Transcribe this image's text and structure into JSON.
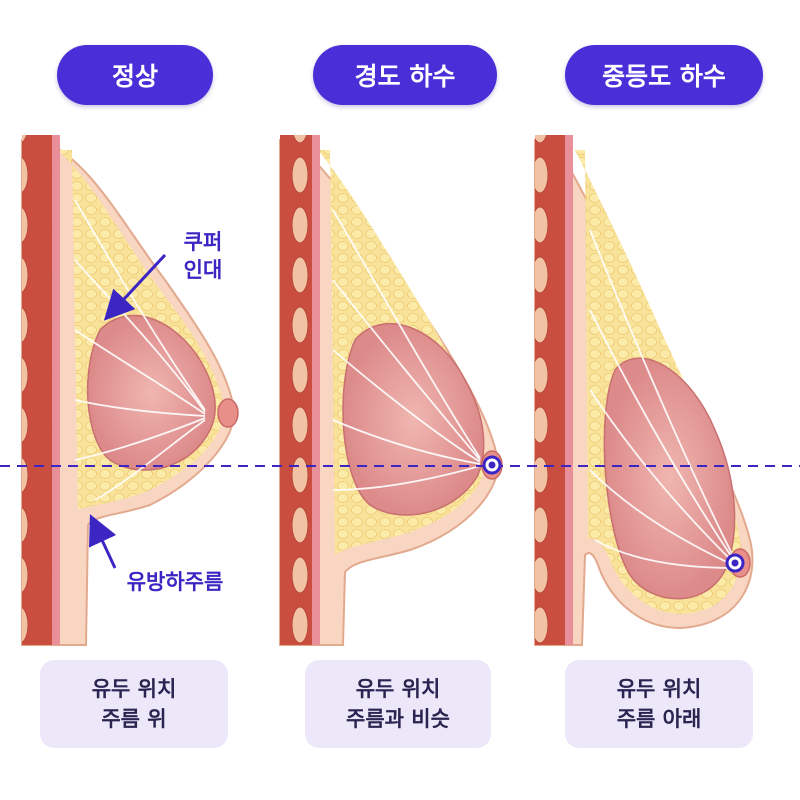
{
  "stages": [
    {
      "title": "정상",
      "caption_line1": "유두 위치",
      "caption_line2": "주름 위"
    },
    {
      "title": "경도 하수",
      "caption_line1": "유두 위치",
      "caption_line2": "주름과 비슷"
    },
    {
      "title": "중등도 하수",
      "caption_line1": "유두 위치",
      "caption_line2": "주름 아래"
    }
  ],
  "annotations": {
    "cooper_line1": "쿠퍼",
    "cooper_line2": "인대",
    "inframammary_fold": "유방하주름"
  },
  "colors": {
    "accent": "#4a2fd8",
    "caption_bg": "#ece8fa",
    "skin": "#fbe0cf",
    "fat": "#f9e39a",
    "gland": "#e9a3a3",
    "muscle": "#cf5b4a"
  }
}
